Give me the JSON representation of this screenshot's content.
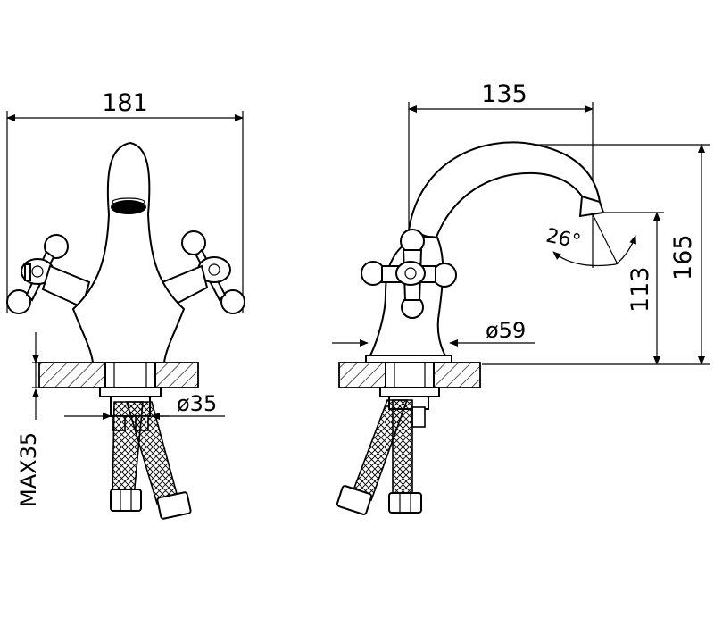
{
  "front_view": {
    "width_dim": "181",
    "hole_dim": "ø35",
    "max_dim": "MAX35"
  },
  "side_view": {
    "reach_dim": "135",
    "height_dim": "165",
    "spout_height_dim": "113",
    "base_dim": "ø59",
    "angle_dim": "26°"
  }
}
